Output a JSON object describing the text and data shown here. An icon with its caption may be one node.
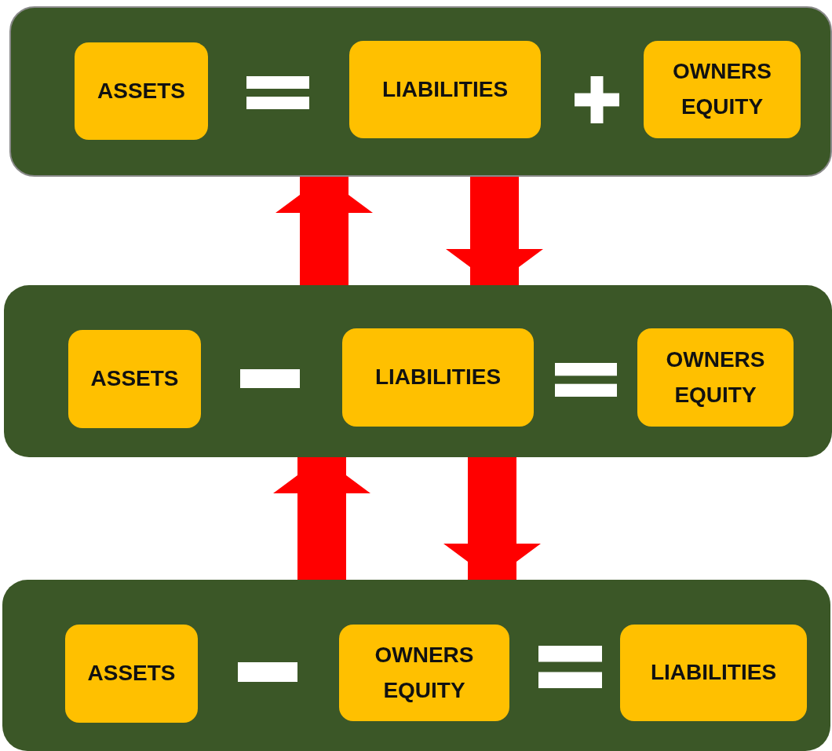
{
  "diagram": {
    "nodes": [
      {
        "text": [],
        "shape": "box"
      },
      {
        "text": [
          "ASSETS"
        ],
        "in": 0
      },
      {
        "text": [
          "LIABILITIES"
        ],
        "in": 0
      },
      {
        "text": [
          "OWNERS EQUITY"
        ],
        "in": 0
      },
      {
        "text": [],
        "shape": "box"
      },
      {
        "text": [
          "ASSETS"
        ],
        "in": 4
      },
      {
        "text": [
          "LIABILITIES"
        ],
        "in": 4
      },
      {
        "text": [
          "OWNERS EQUITY"
        ],
        "in": 4
      },
      {
        "text": [],
        "shape": "box"
      },
      {
        "text": [
          "ASSETS"
        ],
        "in": 8
      },
      {
        "text": [
          "OWNERS EQUITY"
        ],
        "in": 8
      },
      {
        "text": [
          "LIABILITIES"
        ],
        "in": 8
      }
    ],
    "edges": [
      {
        "from": 4,
        "to": 0,
        "arrow": "to"
      },
      {
        "from": 0,
        "to": 4,
        "arrow": "to"
      },
      {
        "from": 8,
        "to": 4,
        "arrow": "to"
      },
      {
        "from": 4,
        "to": 8,
        "arrow": "to"
      }
    ]
  }
}
